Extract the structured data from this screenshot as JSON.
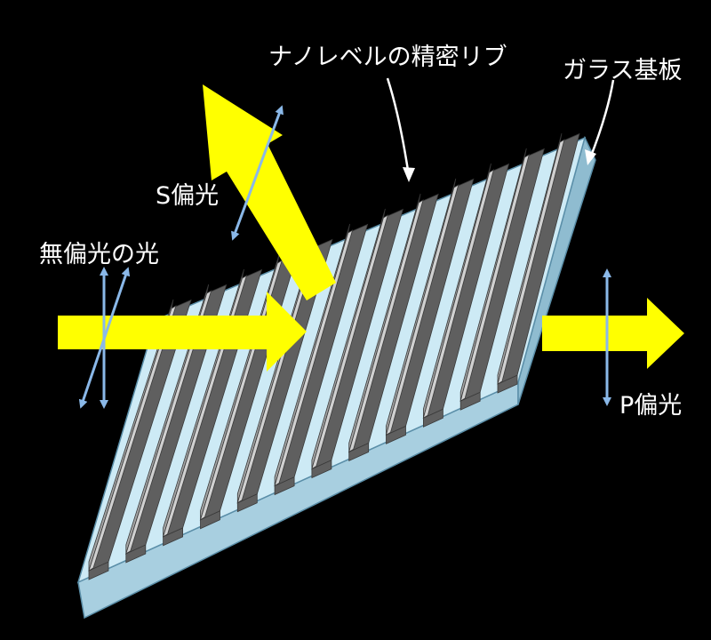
{
  "labels": {
    "nano_ribs": "ナノレベルの精密リブ",
    "glass_substrate": "ガラス基板",
    "s_polarized": "S偏光",
    "unpolarized_light": "無偏光の光",
    "p_polarized": "P偏光"
  },
  "colors": {
    "background": "#000000",
    "arrow": "#ffff00",
    "polarization_arrow": "#8ab8e8",
    "glass_top": "#cdeaf5",
    "glass_side": "#a8cfe0",
    "rib_front": "#a6a6a6",
    "rib_side": "#5f5f5f",
    "rib_top": "#d0d0d0",
    "text": "#ffffff"
  },
  "icons": [
    "incident-arrow",
    "reflected-arrow",
    "transmitted-arrow",
    "polarization-arrow"
  ]
}
